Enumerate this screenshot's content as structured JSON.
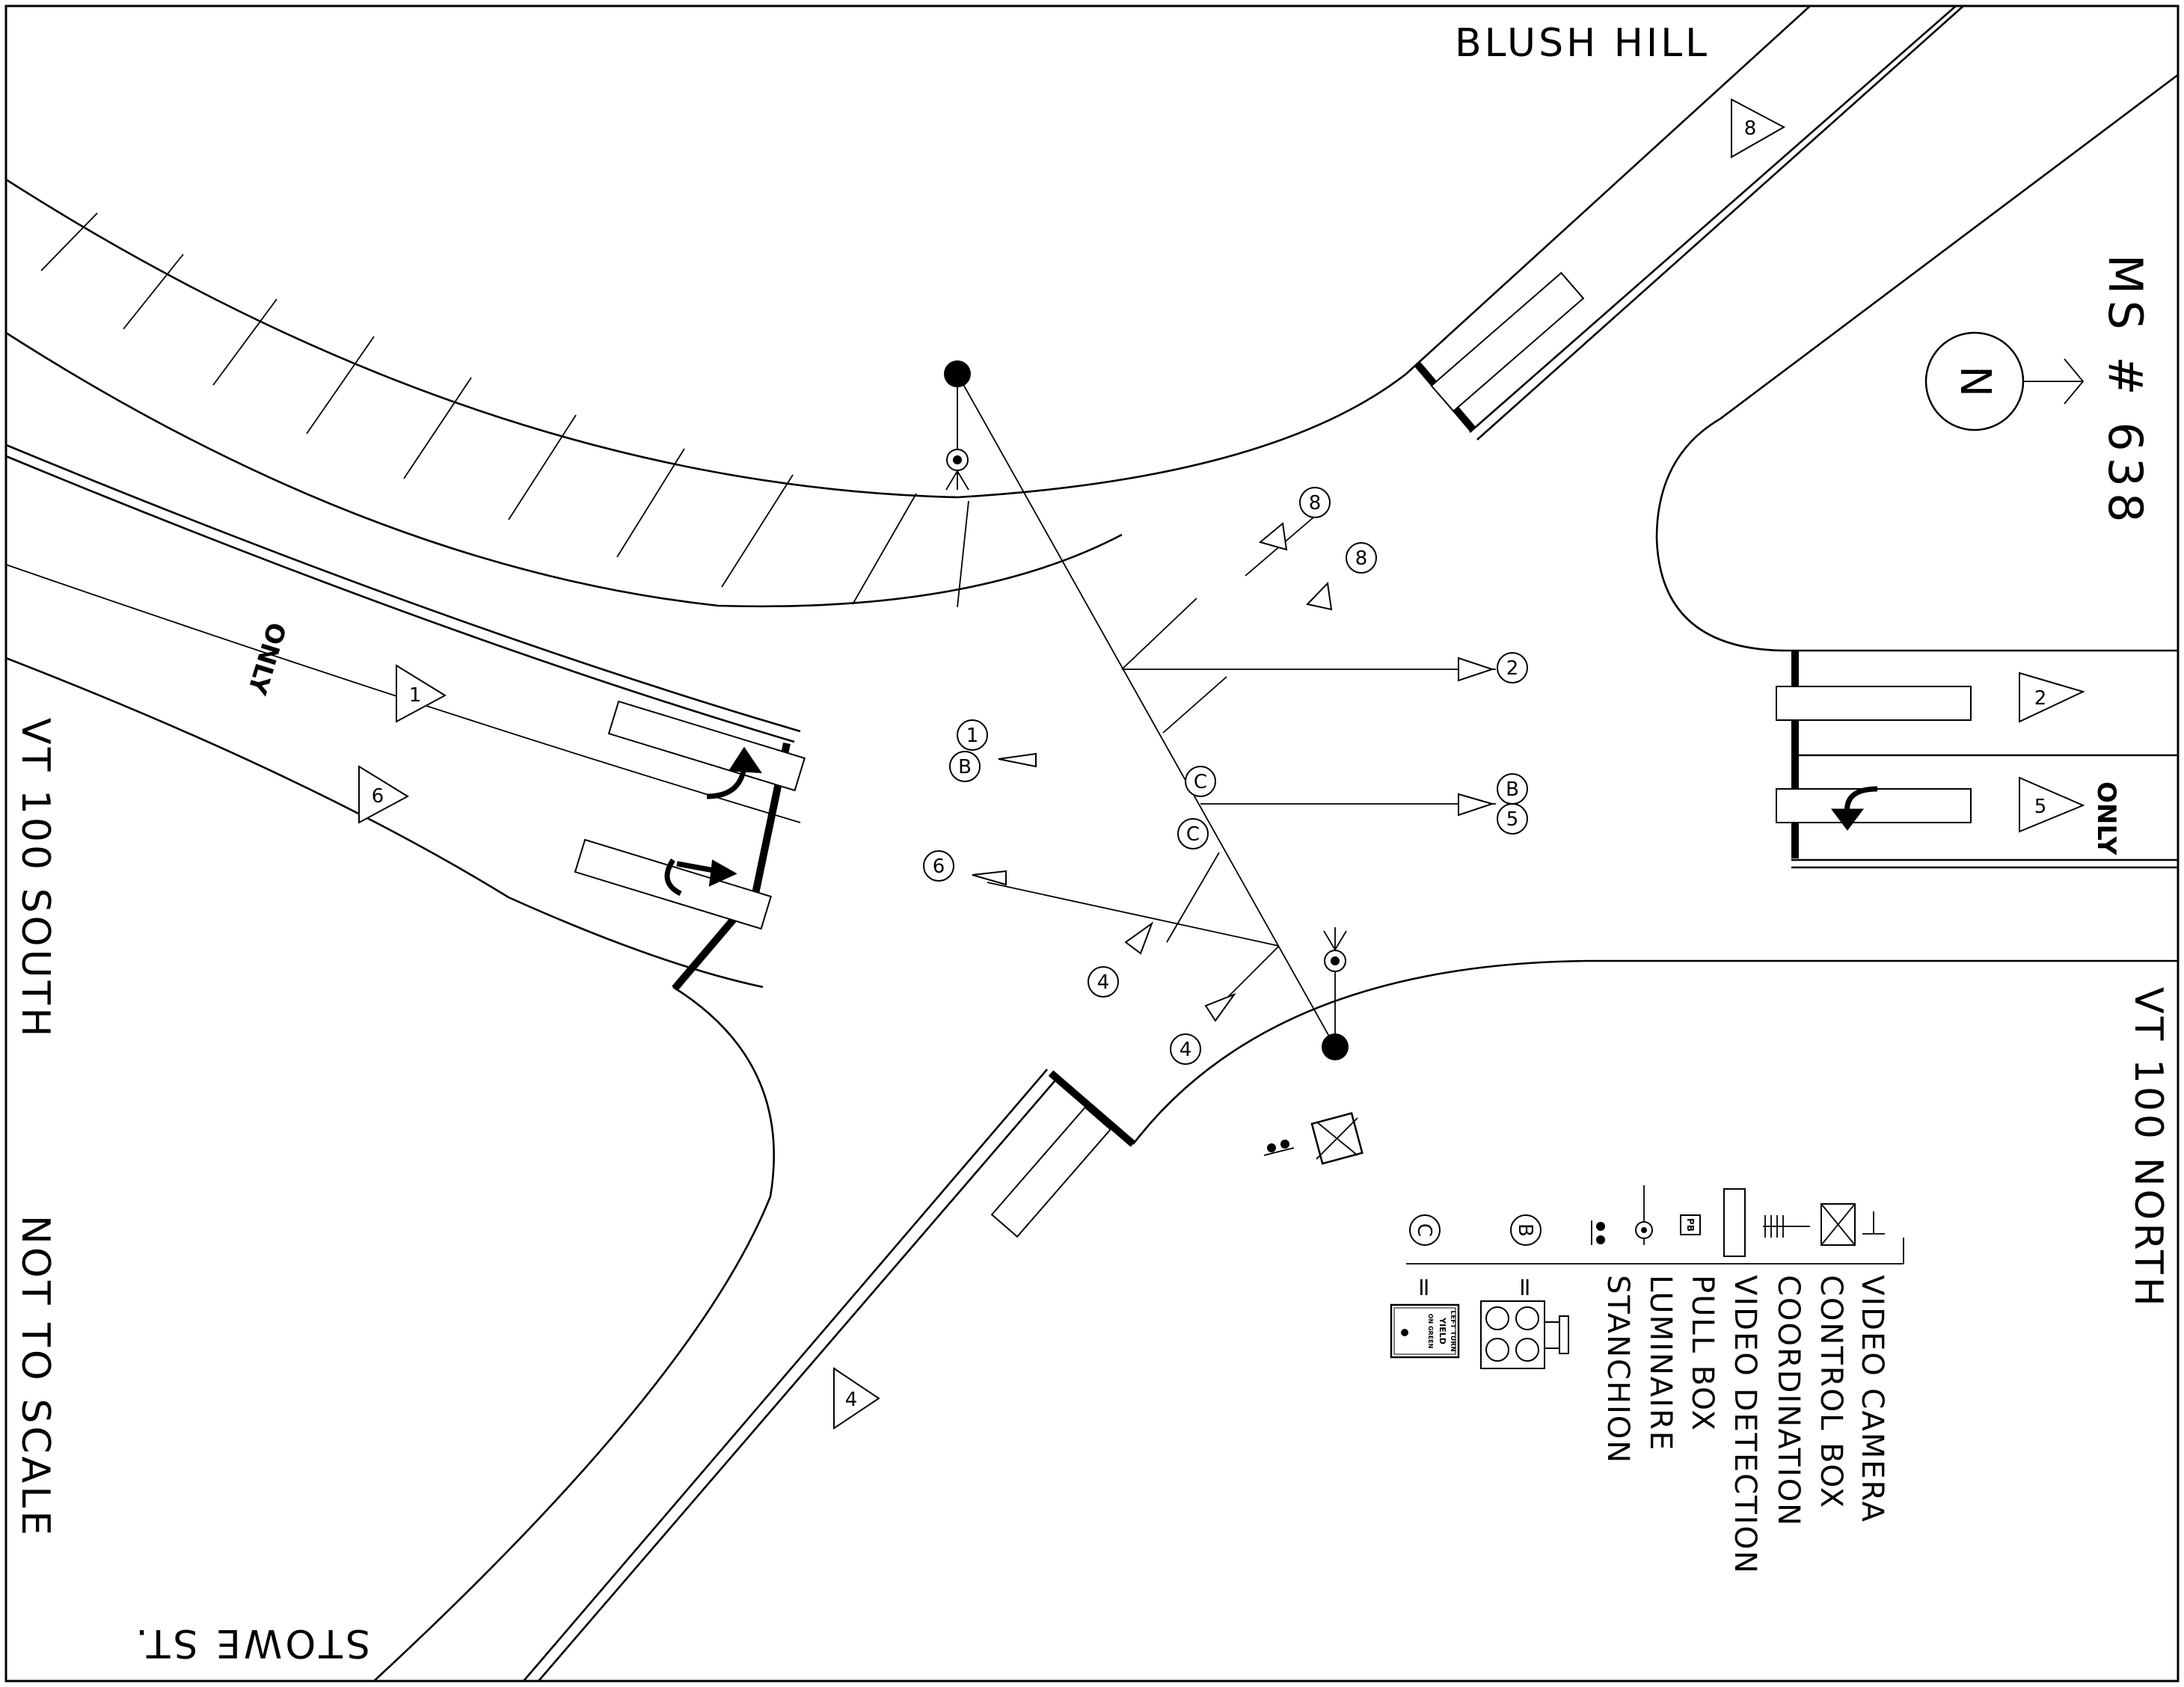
{
  "sheet": {
    "id": "MS # 638",
    "scale_note": "NOT TO SCALE",
    "north_letter": "N"
  },
  "streets": {
    "north": "BLUSH HILL",
    "west": "VT 100 SOUTH",
    "east": "VT 100 NORTH",
    "south": "STOWE ST."
  },
  "pavement": {
    "only_left": "ONLY",
    "only_right": "ONLY"
  },
  "phases": {
    "ph1": "1",
    "ph2": "2",
    "ph4": "4",
    "ph5": "5",
    "ph6": "6",
    "ph8": "8"
  },
  "signals": {
    "h8a": "8",
    "h8b": "8",
    "h2": "2",
    "h1": "1",
    "hB1": "B",
    "h5": "5",
    "hB5": "B",
    "h6": "6",
    "hC1": "C",
    "hC2": "C",
    "h4a": "4",
    "h4b": "4"
  },
  "legend": {
    "items": [
      "VIDEO CAMERA",
      "CONTROL BOX",
      "COORDINATION",
      "VIDEO DETECTION",
      "PULL BOX",
      "LUMINAIRE",
      "STANCHION"
    ],
    "pull_box_abbr": "PB",
    "b_letter": "B",
    "c_letter": "C",
    "equals": "=",
    "sign_line1": "LEFT TURN",
    "sign_line2": "YIELD",
    "sign_line3": "ON GREEN"
  }
}
